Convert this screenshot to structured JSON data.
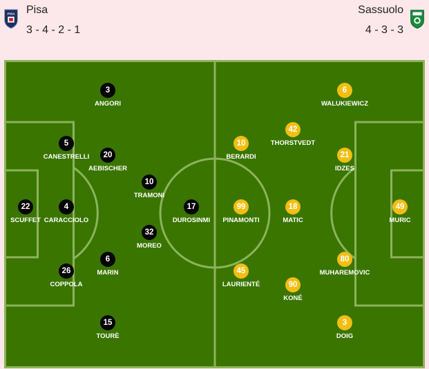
{
  "home": {
    "name": "Pisa",
    "formation": "3 - 4 - 2 - 1",
    "logo_icon": "pisa-crest-icon",
    "logo_text": "PISA",
    "color": "#050505",
    "players": [
      {
        "number": "22",
        "name": "SCUFFET"
      },
      {
        "number": "5",
        "name": "CANESTRELLI"
      },
      {
        "number": "4",
        "name": "CARACCIOLO"
      },
      {
        "number": "26",
        "name": "COPPOLA"
      },
      {
        "number": "3",
        "name": "ANGORI"
      },
      {
        "number": "20",
        "name": "AEBISCHER"
      },
      {
        "number": "6",
        "name": "MARIN"
      },
      {
        "number": "15",
        "name": "TOURÈ"
      },
      {
        "number": "10",
        "name": "TRAMONI"
      },
      {
        "number": "32",
        "name": "MOREO"
      },
      {
        "number": "17",
        "name": "DUROSINMI"
      }
    ]
  },
  "away": {
    "name": "Sassuolo",
    "formation": "4 - 3 - 3",
    "logo_icon": "sassuolo-crest-icon",
    "color": "#f2be12",
    "players": [
      {
        "number": "49",
        "name": "MURIC"
      },
      {
        "number": "6",
        "name": "WALUKIEWICZ"
      },
      {
        "number": "21",
        "name": "IDZES"
      },
      {
        "number": "80",
        "name": "MUHAREMOVIC"
      },
      {
        "number": "3",
        "name": "DOIG"
      },
      {
        "number": "42",
        "name": "THORSTVEDT"
      },
      {
        "number": "18",
        "name": "MATIC"
      },
      {
        "number": "90",
        "name": "KONÉ"
      },
      {
        "number": "10",
        "name": "BERARDI"
      },
      {
        "number": "99",
        "name": "PINAMONTI"
      },
      {
        "number": "45",
        "name": "LAURIENTÉ"
      }
    ]
  },
  "pitch": {
    "grass_color": "#3a7500",
    "line_color": "#8db35c"
  }
}
